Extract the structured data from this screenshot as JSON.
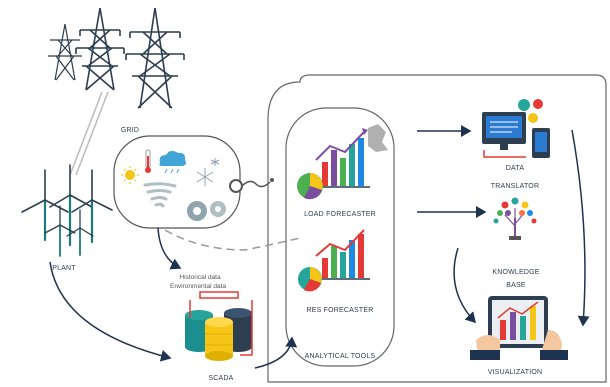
{
  "labels": {
    "grid": "GRID",
    "plant": "PLANT",
    "scada": "SCADA",
    "historical": "Historical data",
    "environmental": "Environmental data",
    "load_forecaster": "LOAD FORECASTER",
    "res_forecaster": "RES FORECASTER",
    "analytical_tools": "ANALYTICAL TOOLS",
    "data_translator_1": "DATA",
    "data_translator_2": "TRANSLATOR",
    "knowledge_base_1": "KNOWLEDGE",
    "knowledge_base_2": "BASE",
    "visualization": "VISUALIZATION"
  },
  "colors": {
    "navy": "#1d3350",
    "tower": "#2c3e50",
    "outline": "#555555",
    "bar_red": "#e53935",
    "bar_purple": "#7b4fa0",
    "bar_green": "#4caf50",
    "bar_teal": "#26a69a",
    "bar_blue": "#1e88e5",
    "db_yellow": "#f5c518",
    "db_teal": "#1b8f8f",
    "db_dark": "#2c3e50",
    "gear_orange": "#f39c12"
  }
}
